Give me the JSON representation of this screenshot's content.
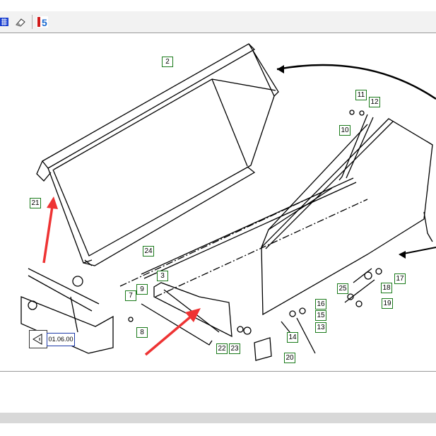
{
  "toolbar": {
    "items": [
      {
        "icon": "grid-icon"
      },
      {
        "icon": "eraser-icon"
      },
      {
        "icon": "f5-refresh-icon",
        "label": "5"
      }
    ]
  },
  "diagram": {
    "part_labels": [
      "2",
      "21",
      "24",
      "3",
      "7",
      "9",
      "8",
      "22",
      "23",
      "20",
      "10",
      "11",
      "12",
      "25",
      "19",
      "18",
      "17",
      "16",
      "15",
      "14",
      "13"
    ],
    "nav_code": "01.06.00",
    "colors": {
      "label_border": "#1a7a1a",
      "arrow": "#ee3333",
      "line": "#000000",
      "code_border": "#1d3aa8"
    }
  }
}
